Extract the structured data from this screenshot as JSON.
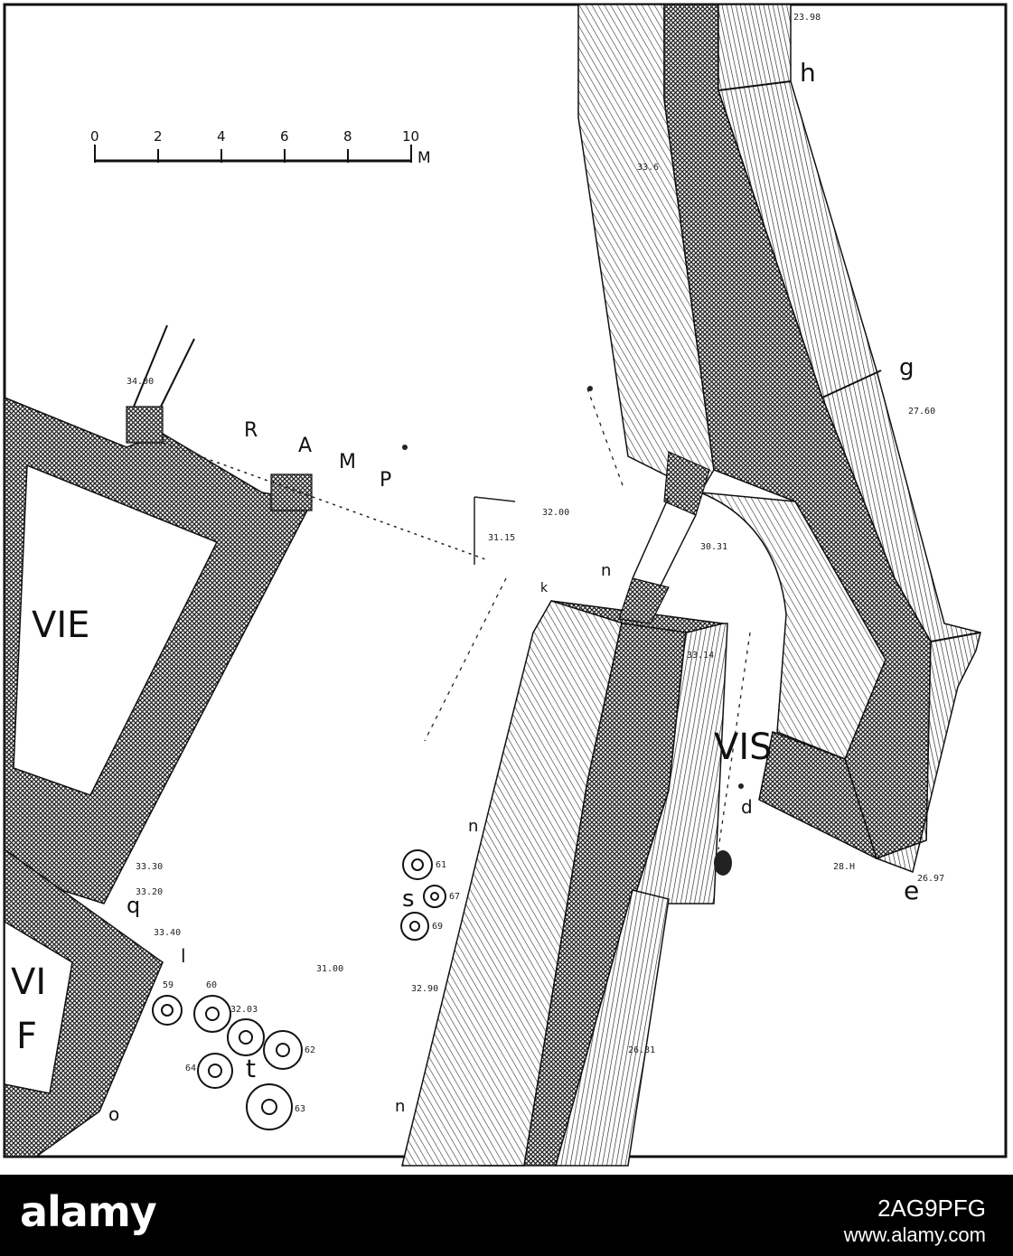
{
  "plan": {
    "rooms": {
      "vie": "VIE",
      "vis": "VIS",
      "vi": "VI",
      "f": "F"
    },
    "ramp": [
      "R",
      "A",
      "M",
      "P"
    ],
    "scale": {
      "ticks": [
        "0",
        "2",
        "4",
        "6",
        "8",
        "10"
      ],
      "unit": "M"
    },
    "letters": {
      "h": "h",
      "g": "g",
      "e": "e",
      "s": "s",
      "t": "t",
      "q": "q",
      "l": "l",
      "o": "o",
      "d": "d",
      "n": "n",
      "n2": "n",
      "n3": "n",
      "k": "k"
    },
    "elevations": {
      "e_top": "23.98",
      "e_wall": "33.6",
      "e_g": "27.60",
      "e_ramp1": "34.00",
      "e_ramp2": "32.00",
      "e_mid1": "31.15",
      "e_mid2": "30.31",
      "e_vis": "33.14",
      "e_left1": "33.30",
      "e_left2": "33.20",
      "e_left3": "33.40",
      "e_mid3": "31.00",
      "e_wall2": "32.90",
      "e_low": "26.81",
      "e_e1": "28.H",
      "e_e2": "26.97",
      "e_cir": "32.03"
    },
    "circles": {
      "c61": "61",
      "c67": "67",
      "c69": "69",
      "c60": "60",
      "c59": "59",
      "c62": "62",
      "c64": "64",
      "c63": "63"
    }
  },
  "footer": {
    "brand": "alamy",
    "image_id": "2AG9PFG",
    "site": "www.alamy.com"
  }
}
